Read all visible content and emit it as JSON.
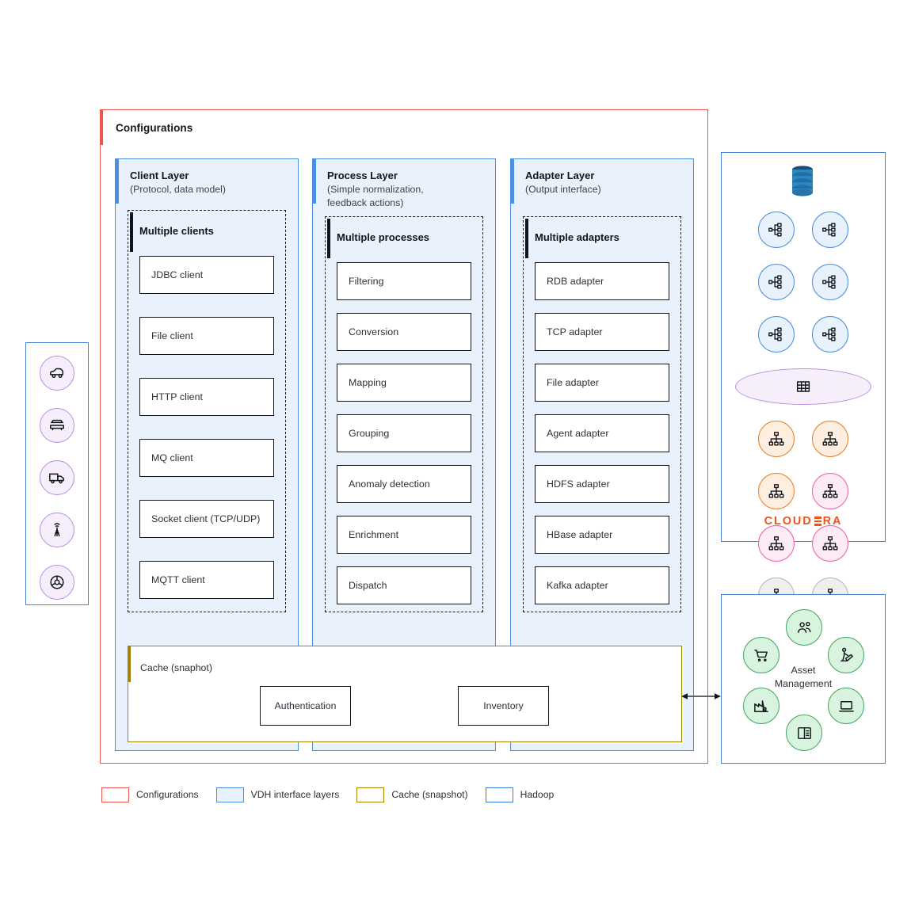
{
  "diagram": {
    "config_frame": {
      "title": "Configurations",
      "color": "#ef5350"
    }
  },
  "layers": [
    {
      "title": "Client Layer",
      "subtitle": "(Protocol, data model)",
      "group_label": "Multiple clients",
      "items": [
        "JDBC client",
        "File client",
        "HTTP client",
        "MQ client",
        "Socket client (TCP/UDP)",
        "MQTT client"
      ]
    },
    {
      "title": "Process Layer",
      "subtitle": "(Simple normalization,\nfeedback actions)",
      "group_label": "Multiple processes",
      "items": [
        "Filtering",
        "Conversion",
        "Mapping",
        "Grouping",
        "Anomaly detection",
        "Enrichment",
        "Dispatch"
      ]
    },
    {
      "title": "Adapter Layer",
      "subtitle": "(Output interface)",
      "group_label": "Multiple adapters",
      "items": [
        "RDB adapter",
        "TCP adapter",
        "File adapter",
        "Agent adapter",
        "HDFS adapter",
        "HBase adapter",
        "Kafka adapter"
      ]
    }
  ],
  "cache": {
    "label": "Cache (snaphot)",
    "color": "#a58200",
    "chips": [
      "Authentication",
      "Inventory"
    ]
  },
  "vehicle_rail": {
    "icons": [
      "car-icon",
      "car-front-icon",
      "truck-icon",
      "antenna-tower-icon",
      "wheel-sensor-icon"
    ]
  },
  "hadoop_panel": {
    "database_icon": "database-stack-icon",
    "nodes": [
      {
        "icon": "sitemap-icon",
        "color": "blue"
      },
      {
        "icon": "sitemap-icon",
        "color": "blue"
      },
      {
        "icon": "sitemap-icon",
        "color": "blue"
      },
      {
        "icon": "sitemap-icon",
        "color": "blue"
      },
      {
        "icon": "sitemap-icon",
        "color": "blue"
      },
      {
        "icon": "sitemap-icon",
        "color": "blue"
      },
      {
        "icon": "grid-table-icon",
        "color": "purple"
      },
      {
        "icon": "org-chart-icon",
        "color": "orange"
      },
      {
        "icon": "org-chart-icon",
        "color": "orange"
      },
      {
        "icon": "org-chart-icon",
        "color": "orange"
      },
      {
        "icon": "org-chart-icon",
        "color": "pink"
      },
      {
        "icon": "org-chart-icon",
        "color": "pink"
      },
      {
        "icon": "org-chart-icon",
        "color": "pink"
      },
      {
        "icon": "org-chart-icon",
        "color": "gray"
      },
      {
        "icon": "org-chart-icon",
        "color": "gray"
      },
      {
        "icon": "org-chart-icon",
        "color": "gray"
      }
    ],
    "brand": "CLOUDERA",
    "brand_color": "#f0531c"
  },
  "asset_panel": {
    "label": "Asset\nManagement",
    "icons": [
      "users-group-icon",
      "worker-icon",
      "laptop-icon",
      "book-open-icon",
      "factory-icon",
      "shopping-cart-icon"
    ]
  },
  "legend": [
    {
      "label": "Configurations",
      "color": "#ef5350",
      "fill": "#ffffff"
    },
    {
      "label": "VDH interface layers",
      "color": "#4a90e2",
      "fill": "#e9f1fd"
    },
    {
      "label": "Cache (snapshot)",
      "color": "#a58200",
      "fill": "#ffffff"
    },
    {
      "label": "Hadoop",
      "color": "#2f7fe8",
      "fill": "#ffffff"
    }
  ]
}
